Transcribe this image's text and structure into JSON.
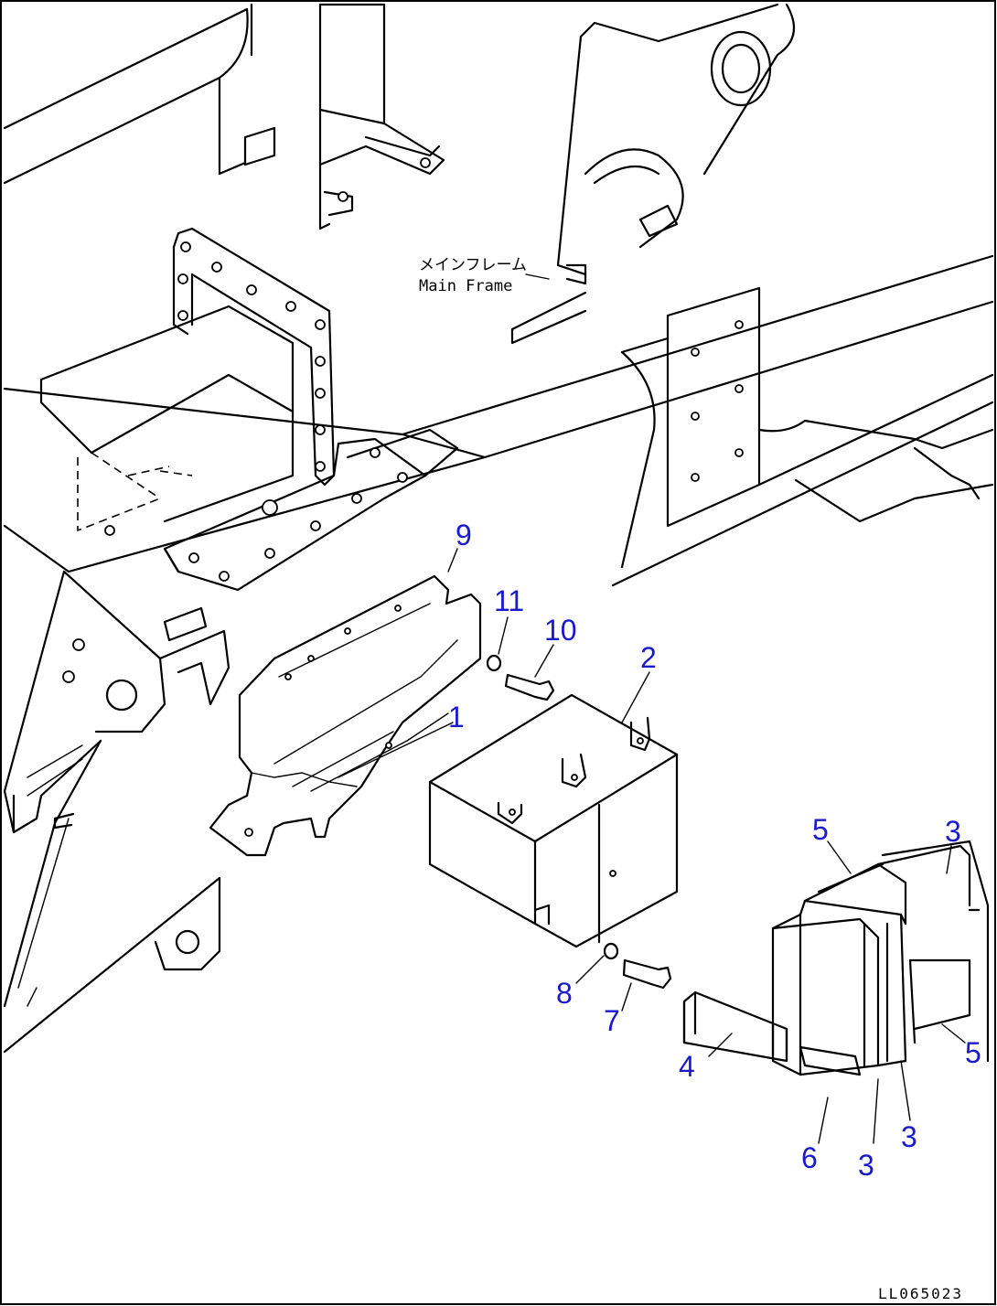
{
  "frame_label": {
    "jp": "メインフレーム",
    "en": "Main Frame"
  },
  "drawing_code": "LL065023",
  "callouts": [
    {
      "id": "9",
      "label": "9"
    },
    {
      "id": "11",
      "label": "11"
    },
    {
      "id": "10",
      "label": "10"
    },
    {
      "id": "2",
      "label": "2"
    },
    {
      "id": "1",
      "label": "1"
    },
    {
      "id": "5a",
      "label": "5"
    },
    {
      "id": "3a",
      "label": "3"
    },
    {
      "id": "8",
      "label": "8"
    },
    {
      "id": "7",
      "label": "7"
    },
    {
      "id": "4",
      "label": "4"
    },
    {
      "id": "6",
      "label": "6"
    },
    {
      "id": "3b",
      "label": "3"
    },
    {
      "id": "3c",
      "label": "3"
    },
    {
      "id": "5b",
      "label": "5"
    }
  ]
}
